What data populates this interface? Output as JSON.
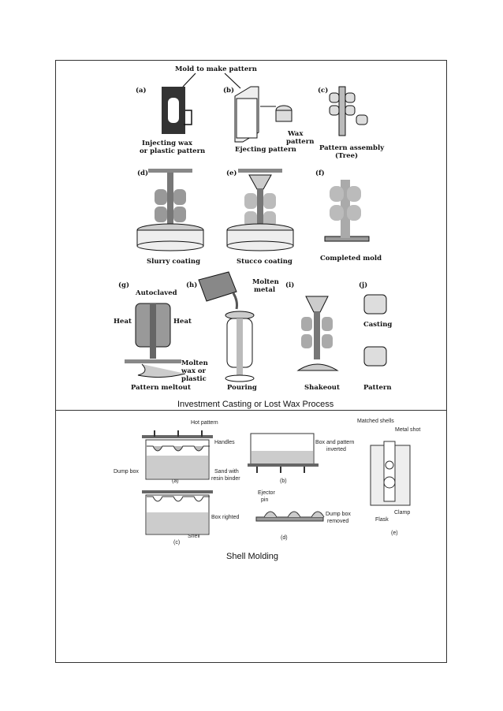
{
  "investment": {
    "title": "Mold to make pattern",
    "steps": [
      {
        "tag": "(a)",
        "lines": [
          "Injecting wax",
          "or plastic pattern"
        ]
      },
      {
        "tag": "(b)",
        "lines": [
          "Ejecting pattern"
        ],
        "extra": [
          "Wax",
          "pattern"
        ]
      },
      {
        "tag": "(c)",
        "lines": [
          "Pattern assembly",
          "(Tree)"
        ]
      },
      {
        "tag": "(d)",
        "lines": [
          "Slurry coating"
        ]
      },
      {
        "tag": "(e)",
        "lines": [
          "Stucco coating"
        ]
      },
      {
        "tag": "(f)",
        "lines": [
          "Completed mold"
        ]
      },
      {
        "tag": "(g)",
        "lines": [
          "Pattern meltout"
        ],
        "extra": [
          "Autoclaved",
          "Heat",
          "Heat",
          "Molten",
          "wax or",
          "plastic"
        ]
      },
      {
        "tag": "(h)",
        "lines": [
          "Pouring"
        ],
        "extra": [
          "Molten",
          "metal"
        ]
      },
      {
        "tag": "(i)",
        "lines": [
          "Shakeout"
        ]
      },
      {
        "tag": "(j)",
        "lines": [
          "Casting",
          "Pattern"
        ]
      }
    ],
    "caption": "Investment Casting or Lost Wax Process"
  },
  "shell": {
    "labels": {
      "hot_pattern": "Hot pattern",
      "handles": "Handles",
      "dump_box": "Dump box",
      "sand": "Sand with",
      "resin": "resin binder",
      "a": "(a)",
      "box_pattern": "Box and pattern",
      "inverted": "inverted",
      "b": "(b)",
      "box_righted": "Box righted",
      "shell": "Shell",
      "c": "(c)",
      "ejector": "Ejector",
      "pin": "pin",
      "dump_removed": "Dump box",
      "removed": "removed",
      "d": "(d)",
      "matched": "Matched shells",
      "metal_shot": "Metal shot",
      "clamp": "Clamp",
      "flask": "Flask",
      "e": "(e)"
    },
    "caption": "Shell Molding"
  }
}
